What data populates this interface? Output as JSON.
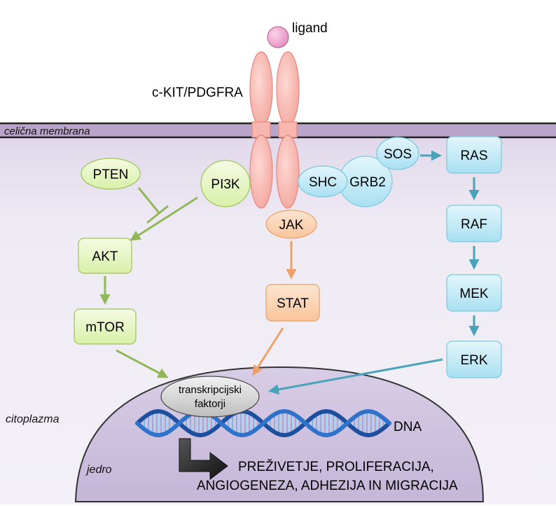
{
  "labels": {
    "ligand": "ligand",
    "receptor": "c-KIT/PDGFRA",
    "membrane": "celična membrana",
    "cytoplasm": "citoplazma",
    "nucleus": "jedro",
    "dna": "DNA",
    "transcription_factors_line1": "transkripcijski",
    "transcription_factors_line2": "faktorji",
    "outcome_line1": "PREŽIVETJE, PROLIFERACIJA,",
    "outcome_line2": "ANGIOGENEZA, ADHEZIJA IN MIGRACIJA"
  },
  "nodes": {
    "pten": "PTEN",
    "pi3k": "PI3K",
    "akt": "AKT",
    "mtor": "mTOR",
    "jak": "JAK",
    "stat": "STAT",
    "shc": "SHC",
    "grb2": "GRB2",
    "sos": "SOS",
    "ras": "RAS",
    "raf": "RAF",
    "mek": "MEK",
    "erk": "ERK"
  },
  "colors": {
    "green_fill": "#e6f7c4",
    "green_stroke": "#9bc35a",
    "green_arrow": "#92b75a",
    "orange_fill": "#fcd5b5",
    "orange_stroke": "#e8a066",
    "orange_arrow": "#eda16a",
    "blue_fill": "#c5ebf8",
    "blue_stroke": "#7cc7df",
    "blue_arrow": "#4aa3b8",
    "receptor_fill": "#f7b6b0",
    "receptor_stroke": "#e8867e",
    "ligand_fill": "#f4a6cf",
    "membrane": "#b8a5c9",
    "cytoplasm": "#ece7f2",
    "nucleus": "#cfc2df"
  }
}
